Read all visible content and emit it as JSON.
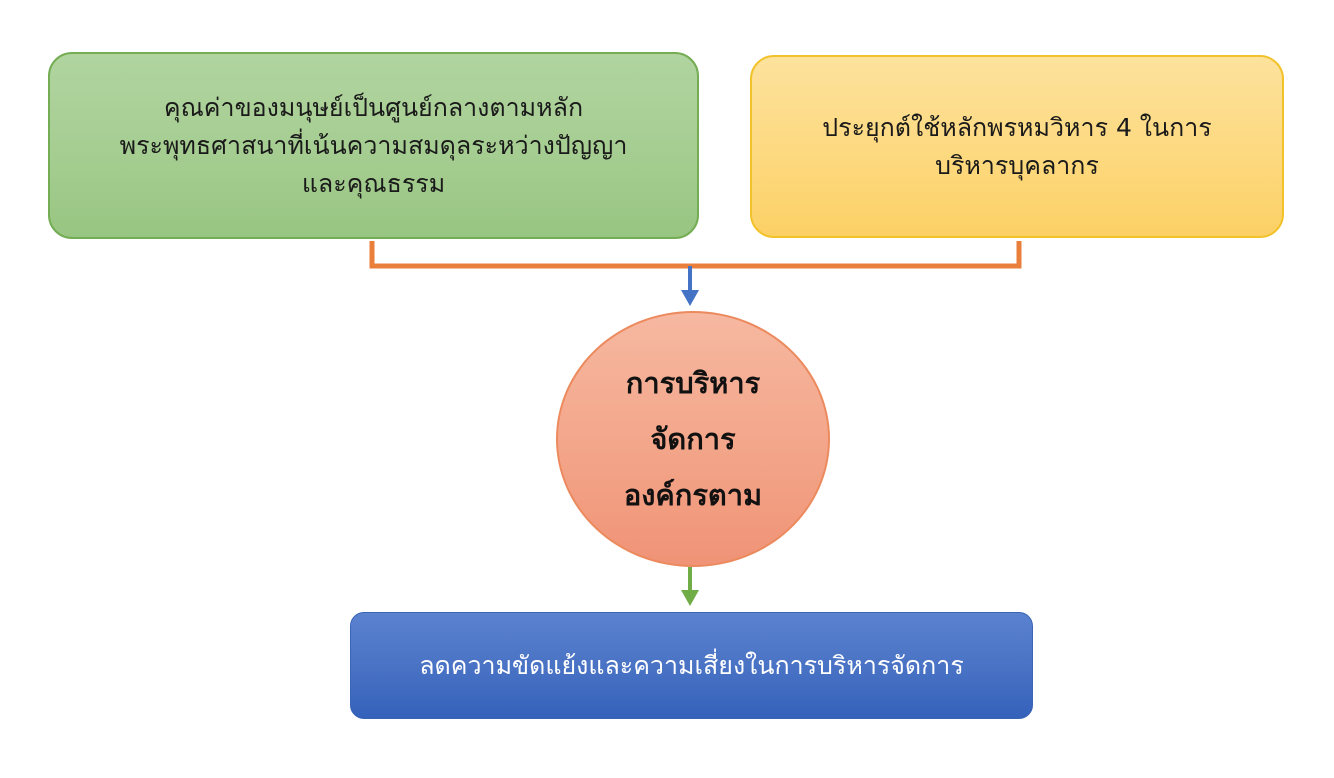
{
  "nodes": {
    "left": {
      "lines": [
        "คุณค่าของมนุษย์เป็นศูนย์กลางตามหลัก",
        "พระพุทธศาสนาที่เน้นความสมดุลระหว่างปัญญา",
        "และคุณธรรม"
      ]
    },
    "right": {
      "lines": [
        "ประยุกต์ใช้หลักพรหมวิหาร 4 ในการ",
        "บริหารบุคลากร"
      ]
    },
    "center": {
      "lines": [
        "การบริหาร",
        "จัดการ",
        "องค์กรตาม"
      ]
    },
    "bottom": {
      "lines": [
        "ลดความขัดแย้งและความเสี่ยงในการบริหารจัดการ"
      ]
    }
  },
  "colors": {
    "left_fill": "#a5cd91",
    "right_fill": "#fdd97f",
    "center_fill": "#f3a589",
    "bottom_fill": "#4a73c5",
    "connector_orange": "#ea7f3c",
    "arrow_blue": "#4472c4",
    "arrow_green": "#70ad47"
  }
}
